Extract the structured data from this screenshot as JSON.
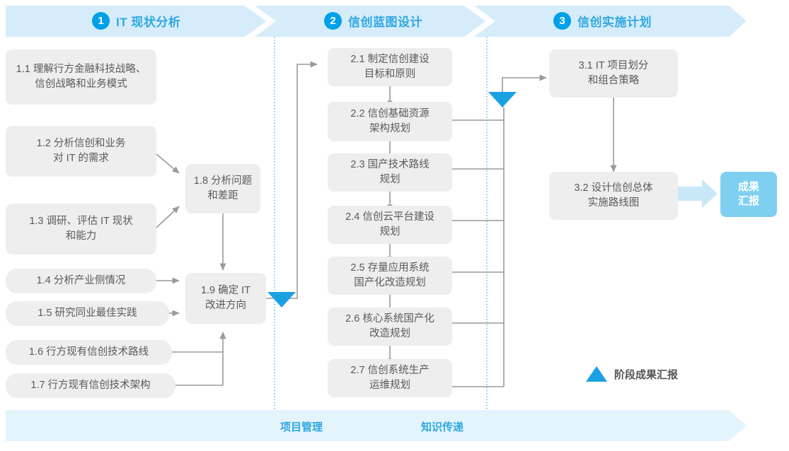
{
  "phases": [
    {
      "num": "1",
      "label": "IT 现状分析"
    },
    {
      "num": "2",
      "label": "信创蓝图设计"
    },
    {
      "num": "3",
      "label": "信创实施计划"
    }
  ],
  "nodes": {
    "n11": "1.1 理解行方金融科技战略、\n信创战略和业务模式",
    "n12": "1.2 分析信创和业务\n对 IT 的需求",
    "n13": "1.3 调研、评估 IT 现状\n和能力",
    "n14": "1.4 分析产业侧情况",
    "n15": "1.5 研究同业最佳实践",
    "n16": "1.6 行方现有信创技术路线",
    "n17": "1.7 行方现有信创技术架构",
    "n18": "1.8 分析问题\n和差距",
    "n19": "1.9 确定 IT\n改进方向",
    "n21": "2.1 制定信创建设\n目标和原则",
    "n22": "2.2 信创基础资源\n架构规划",
    "n23": "2.3 国产技术路线\n规划",
    "n24": "2.4 信创云平台建设\n规划",
    "n25": "2.5 存量应用系统\n国产化改造规划",
    "n26": "2.6 核心系统国产化\n改造规划",
    "n27": "2.7 信创系统生产\n运维规划",
    "n31": "3.1 IT 项目划分\n和组合策略",
    "n32": "3.2 设计信创总体\n实施路线图",
    "result": "成果\n汇报"
  },
  "legend": {
    "label": "阶段成果汇报"
  },
  "footer": {
    "left_label": "项目管理",
    "right_label": "知识传递"
  },
  "colors": {
    "accent": "#00a0e9",
    "phase_text": "#2fa8e0",
    "banner_top": "#d6ecfa",
    "banner_bottom": "#e4f4fc",
    "node_bg": "#eeeeee",
    "node_text": "#5a5a5a",
    "connector": "#9a9a9a",
    "result_bg": "#7fd0f0",
    "divider": "#55bde8"
  }
}
